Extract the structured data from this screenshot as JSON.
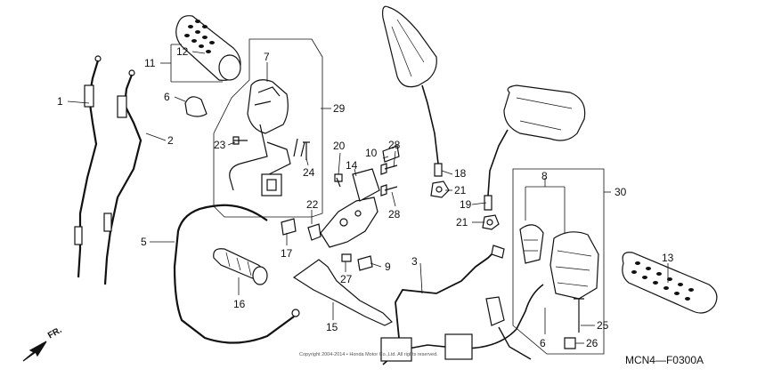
{
  "diagram": {
    "code": "MCN4—F0300A",
    "direction_label": "FR.",
    "copyright": "Copyright 2004-2014 • Honda Motor Co.,Ltd. All rights reserved."
  },
  "labels": {
    "p1": "1",
    "p2": "2",
    "p3": "3",
    "p5": "5",
    "p6a": "6",
    "p6b": "6",
    "p7": "7",
    "p8": "8",
    "p9": "9",
    "p10": "10",
    "p11": "11",
    "p12": "12",
    "p13": "13",
    "p14": "14",
    "p15": "15",
    "p16": "16",
    "p17": "17",
    "p18": "18",
    "p19": "19",
    "p20": "20",
    "p21a": "21",
    "p21b": "21",
    "p22": "22",
    "p23": "23",
    "p24": "24",
    "p25": "25",
    "p26": "26",
    "p27": "27",
    "p28a": "28",
    "p28b": "28",
    "p29": "29",
    "p30": "30"
  }
}
